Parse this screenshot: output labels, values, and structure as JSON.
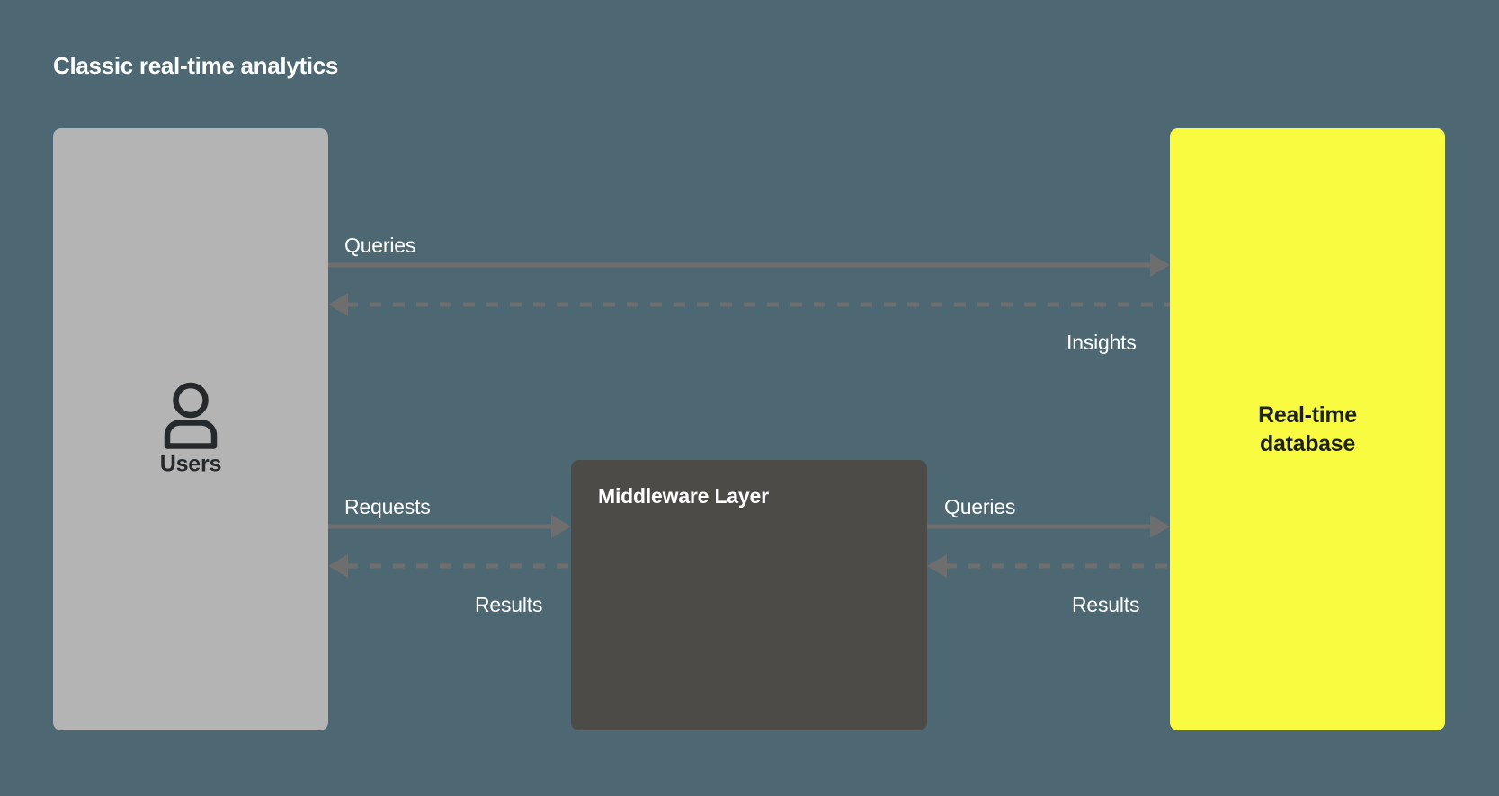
{
  "diagram": {
    "title": "Classic real-time analytics",
    "background_color": "#4d6872",
    "nodes": {
      "users": {
        "label": "Users",
        "icon": "user-icon",
        "fill": "#b4b4b4",
        "text_color": "#26292b"
      },
      "middleware": {
        "label": "Middleware Layer",
        "fill": "#4d4b47",
        "text_color": "#ffffff"
      },
      "database": {
        "label_line1": "Real-time",
        "label_line2": "database",
        "fill": "#f9fb41",
        "text_color": "#1d2021"
      }
    },
    "edges": [
      {
        "id": "queries-top",
        "label": "Queries",
        "from": "users",
        "to": "database",
        "direction": "right",
        "style": "solid",
        "color": "#6e6e6e"
      },
      {
        "id": "insights",
        "label": "Insights",
        "from": "database",
        "to": "users",
        "direction": "left",
        "style": "dashed",
        "color": "#6e6e6e"
      },
      {
        "id": "requests",
        "label": "Requests",
        "from": "users",
        "to": "middleware",
        "direction": "right",
        "style": "solid",
        "color": "#6e6e6e"
      },
      {
        "id": "results-left",
        "label": "Results",
        "from": "middleware",
        "to": "users",
        "direction": "left",
        "style": "dashed",
        "color": "#6e6e6e"
      },
      {
        "id": "queries-bottom",
        "label": "Queries",
        "from": "middleware",
        "to": "database",
        "direction": "right",
        "style": "solid",
        "color": "#6e6e6e"
      },
      {
        "id": "results-right",
        "label": "Results",
        "from": "database",
        "to": "middleware",
        "direction": "left",
        "style": "dashed",
        "color": "#6e6e6e"
      }
    ]
  }
}
